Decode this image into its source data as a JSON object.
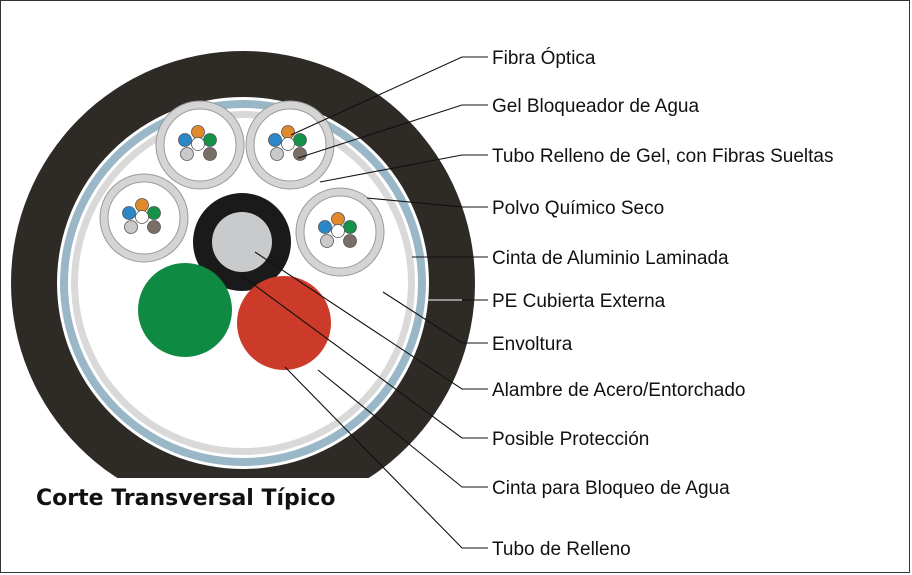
{
  "title": "Corte Transversal Típico",
  "labels": [
    "Fibra Óptica",
    "Gel Bloqueador de Agua",
    "Tubo Relleno de Gel, con Fibras Sueltas",
    "Polvo Químico Seco",
    "Cinta de Aluminio Laminada",
    "PE Cubierta Externa",
    "Envoltura",
    "Alambre de Acero/Entorchado",
    "Posible Protección",
    "Cinta para Bloqueo de Agua",
    "Tubo de Relleno"
  ],
  "colors": {
    "outer_jacket": "#2e2a26",
    "aluminum_tape": "#9ab7c7",
    "wrap": "#d9d9d9",
    "green_filler": "#0e8a43",
    "red_filler": "#cc3a2a",
    "steel_wire": "#c8cacc",
    "fiber_orange": "#e08a2c",
    "fiber_green": "#149247",
    "fiber_blue": "#2b87c9",
    "fiber_brown": "#7a6f66",
    "fiber_gray": "#c9c9c9",
    "fiber_white": "#ffffff"
  }
}
